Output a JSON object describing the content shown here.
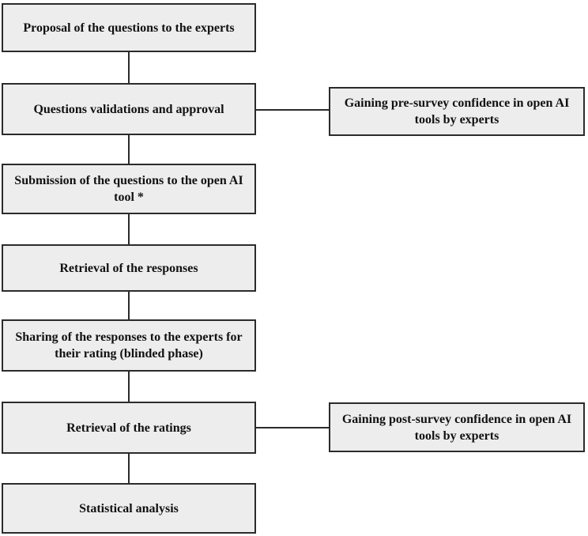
{
  "flow": {
    "steps": [
      "Proposal of the questions to the experts",
      "Questions validations  and  approval",
      "Submission  of the questions to the open AI tool *",
      "Retrieval of the responses",
      "Sharing of the responses to the experts for their rating (blinded  phase)",
      "Retrieval of the ratings",
      "Statistical analysis"
    ],
    "side_notes": [
      "Gaining  pre-survey  confidence  in  open AI tools by experts",
      "Gaining  post-survey confidence in open AI tools by experts"
    ]
  }
}
